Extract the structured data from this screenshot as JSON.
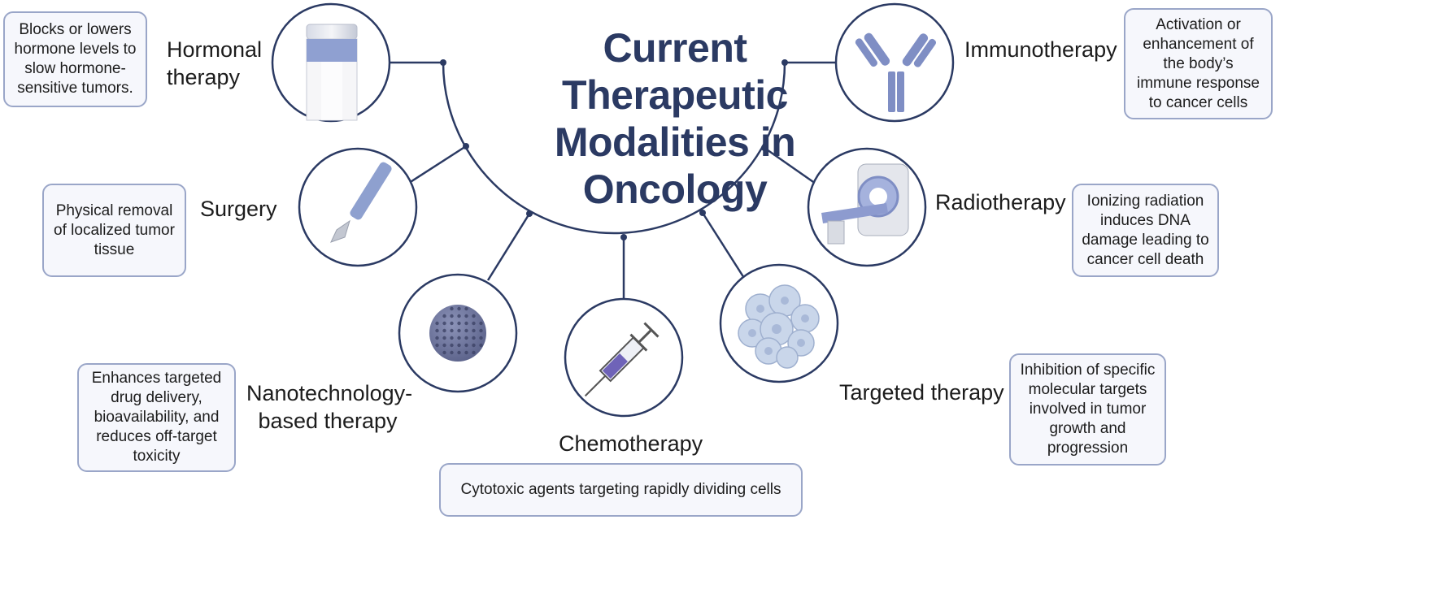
{
  "title_lines": [
    "Current",
    "Therapeutic",
    "Modalities in",
    "Oncology"
  ],
  "colors": {
    "title": "#2b3a63",
    "line": "#2b3a63",
    "box_border": "#9aa6c8",
    "box_fill": "#f6f7fc",
    "icon_blue": "#7f8ec4",
    "icon_dark": "#5d6bab",
    "icon_light": "#c9d6ea"
  },
  "modalities": [
    {
      "label": "Hormonal therapy",
      "icon": "vial-icon",
      "description": "Blocks or lowers hormone levels to slow hormone-sensitive tumors."
    },
    {
      "label": "Immunotherapy",
      "icon": "antibody-icon",
      "description": "Activation or enhancement of the body’s immune response to cancer cells"
    },
    {
      "label": "Surgery",
      "icon": "scalpel-icon",
      "description": "Physical removal of localized tumor tissue"
    },
    {
      "label": "Radiotherapy",
      "icon": "radiotherapy-machine-icon",
      "description": "Ionizing radiation induces DNA damage leading to cancer cell death"
    },
    {
      "label": "Nanotechnology-based therapy",
      "icon": "nanoparticle-icon",
      "description": "Enhances targeted drug delivery, bioavailability, and reduces off-target toxicity"
    },
    {
      "label": "Chemotherapy",
      "icon": "syringe-icon",
      "description": "Cytotoxic agents targeting rapidly dividing cells"
    },
    {
      "label": "Targeted therapy",
      "icon": "tumor-cells-icon",
      "description": "Inhibition of specific molecular targets involved in tumor growth and progression"
    }
  ]
}
